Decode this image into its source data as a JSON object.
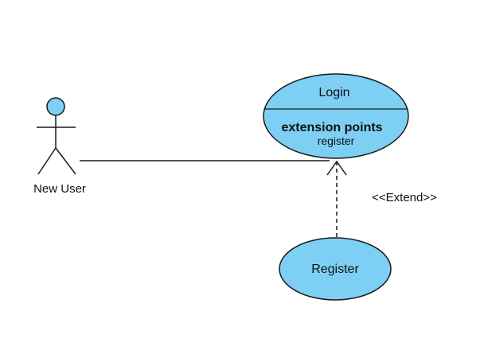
{
  "colors": {
    "usecase_fill": "#7dcff4",
    "actor_head_fill": "#7dcff4",
    "line": "#1a1a1a",
    "background": "#ffffff"
  },
  "actor": {
    "label": "New User",
    "icon": "stick-figure-icon"
  },
  "usecases": {
    "login": {
      "title": "Login",
      "extension_points_heading": "extension points",
      "extension_point": "register"
    },
    "register": {
      "title": "Register"
    }
  },
  "relationships": {
    "association": {
      "from": "New User",
      "to": "Login"
    },
    "extend": {
      "from": "Register",
      "to": "Login",
      "stereotype": "<<Extend>>"
    }
  }
}
